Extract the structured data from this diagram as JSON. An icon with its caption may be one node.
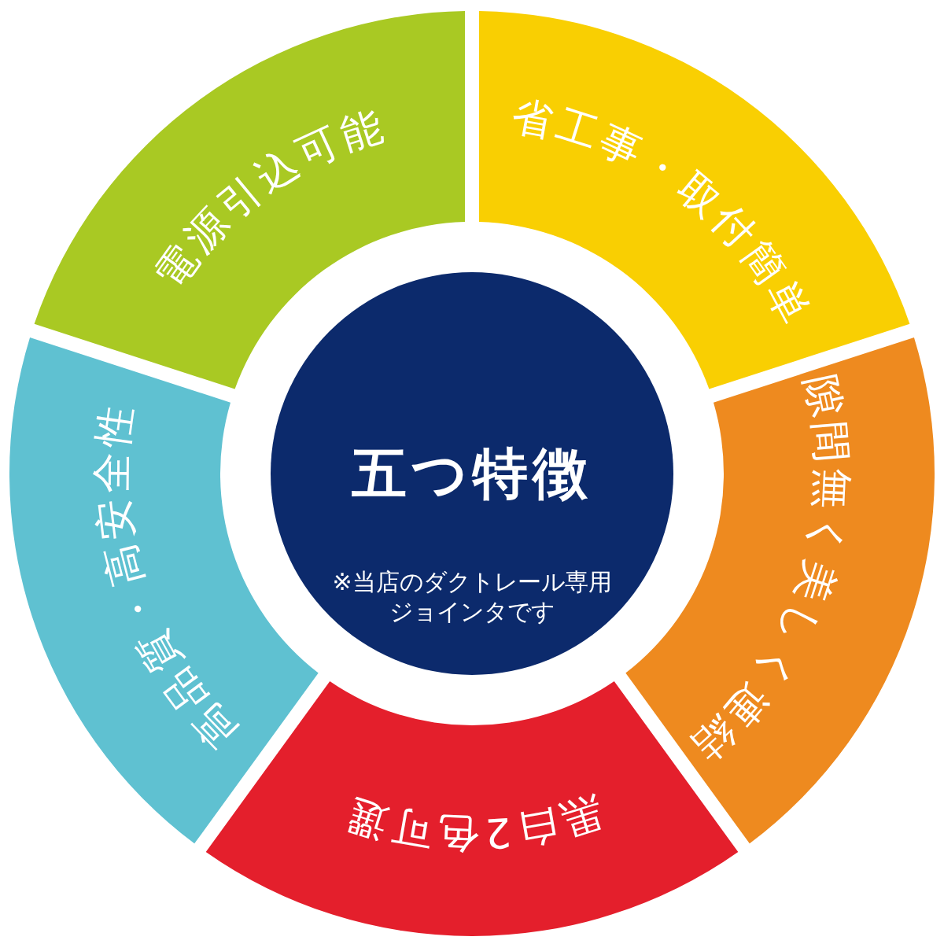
{
  "diagram": {
    "nodes": [
      {
        "text": [
          "五つ特徴",
          "※当店のダクトレール専用ジョインタです"
        ]
      },
      {
        "text": [
          "電源引込可能"
        ]
      },
      {
        "text": [
          "省工事・取付簡単"
        ]
      },
      {
        "text": [
          "隙間無く美しく連結"
        ]
      },
      {
        "text": [
          "黒白2色可選"
        ]
      },
      {
        "text": [
          "高品質・高安全性"
        ]
      }
    ]
  }
}
